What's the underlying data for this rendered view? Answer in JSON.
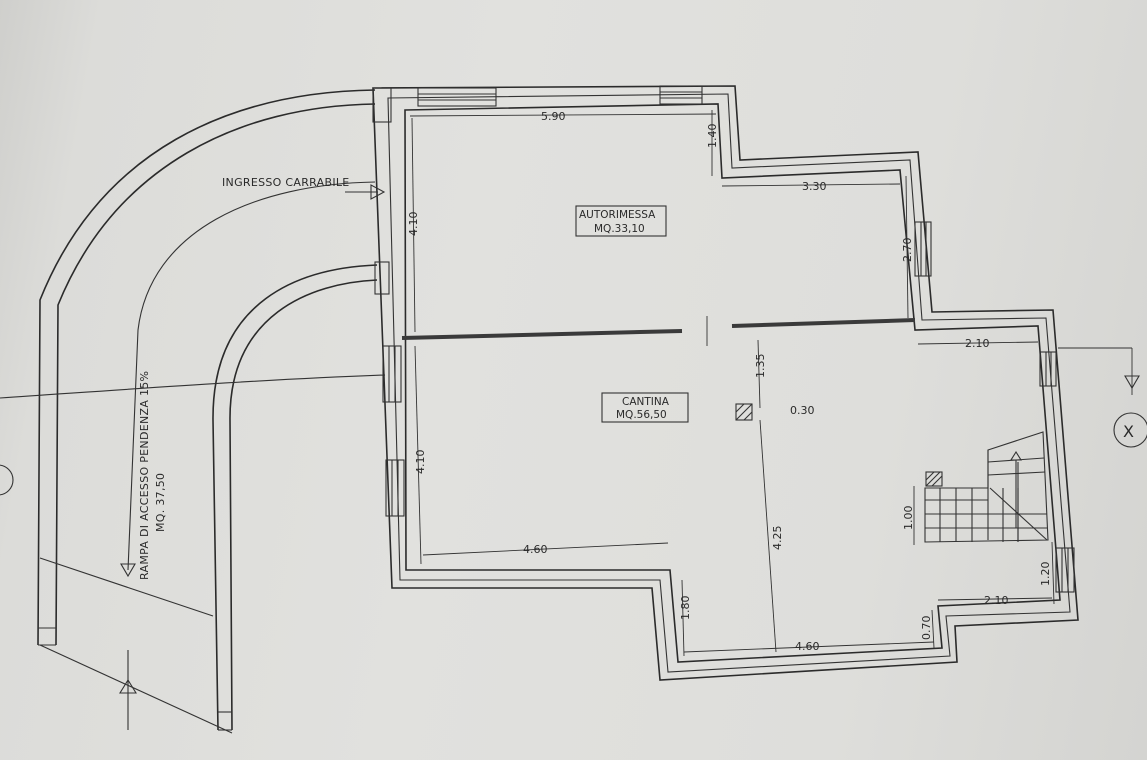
{
  "labels": {
    "ingresso": "INGRESSO CARRABILE",
    "ramp_line1": "RAMPA DI ACCESSO PENDENZA 15%",
    "ramp_line2": "MQ. 37,50",
    "section_marker": "X"
  },
  "rooms": {
    "autorimessa_name": "AUTORIMESSA",
    "autorimessa_area": "MQ.33,10",
    "cantina_name": "CANTINA",
    "cantina_area": "MQ.56,50"
  },
  "dimensions": {
    "d_5_90": "5.90",
    "d_1_40": "1.40",
    "d_3_30": "3.30",
    "d_4_10_top": "4.10",
    "d_2_70": "2.70",
    "d_2_10_top": "2.10",
    "d_1_35": "1.35",
    "d_0_30": "0.30",
    "d_4_10_bottom": "4.10",
    "d_4_25": "4.25",
    "d_1_00": "1.00",
    "d_4_60_left": "4.60",
    "d_1_20": "1.20",
    "d_2_10_bottom": "2.10",
    "d_1_80": "1.80",
    "d_0_70": "0.70",
    "d_4_60_bottom": "4.60"
  },
  "colors": {
    "paper": "#e1e1de",
    "ink": "#2b2b2b"
  }
}
